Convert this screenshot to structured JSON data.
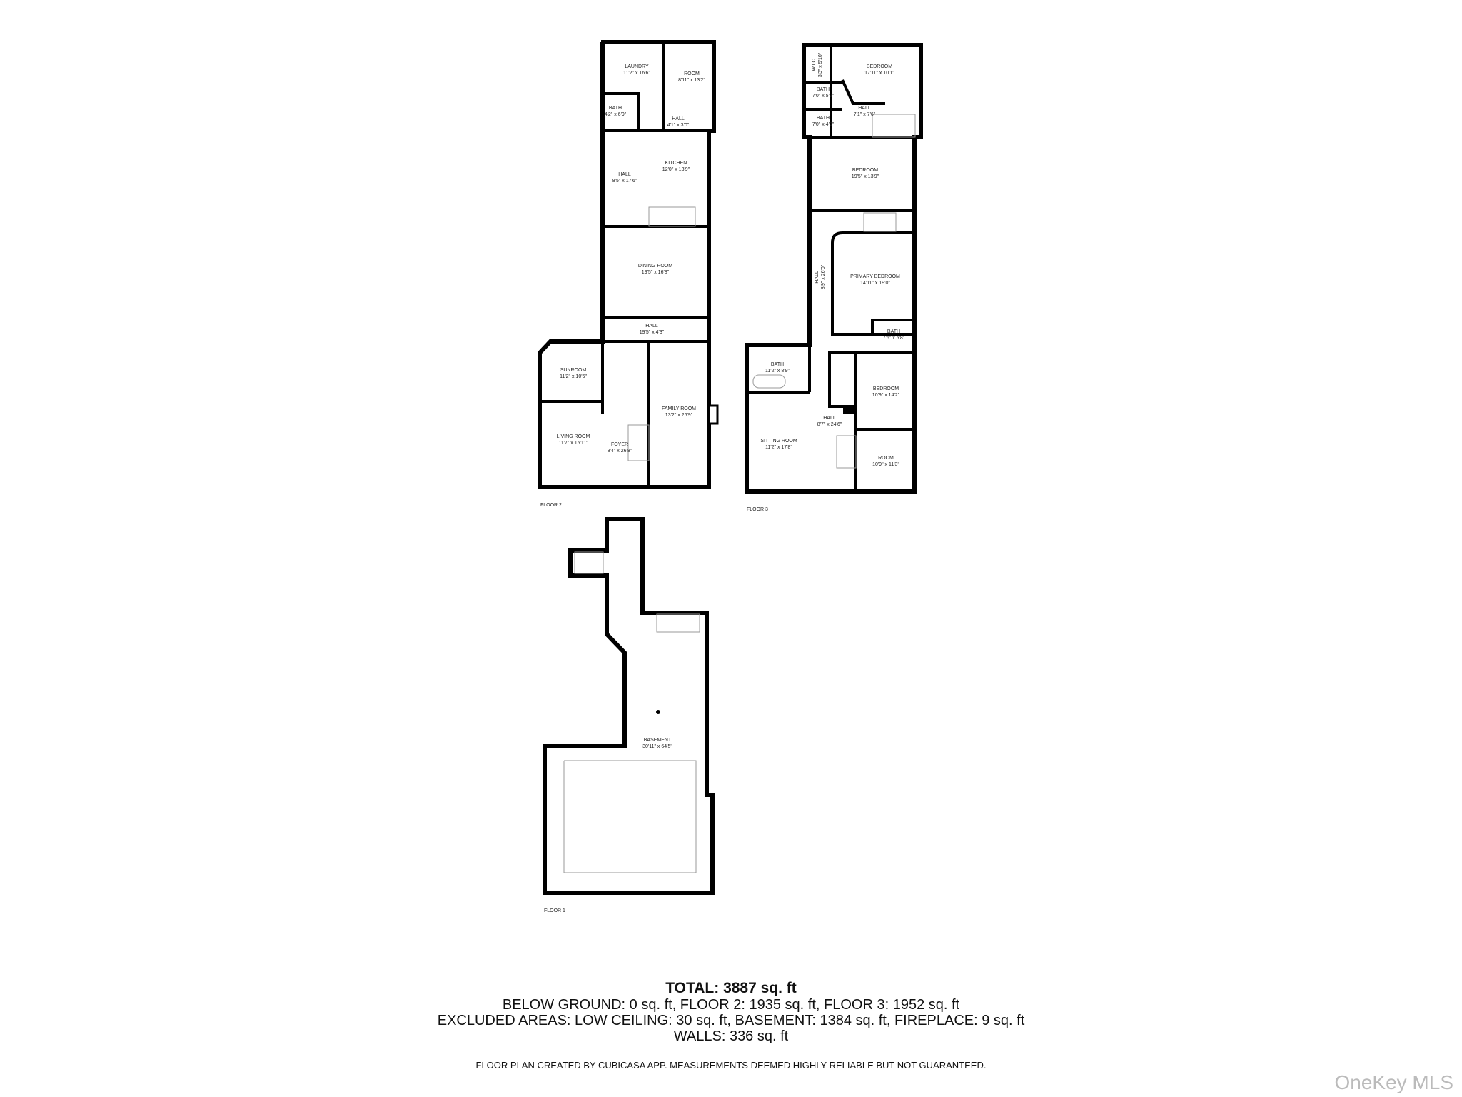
{
  "floors": {
    "floor2": {
      "label": "FLOOR 2",
      "rooms": [
        {
          "name": "LAUNDRY",
          "size": "11'2\" x 16'6\""
        },
        {
          "name": "ROOM",
          "size": "8'11\" x 13'2\""
        },
        {
          "name": "BATH",
          "size": "4'2\" x 6'9\""
        },
        {
          "name": "HALL",
          "size": "4'1\" x 3'0\""
        },
        {
          "name": "KITCHEN",
          "size": "12'0\" x 13'9\""
        },
        {
          "name": "HALL",
          "size": "8'5\" x 17'6\""
        },
        {
          "name": "DINING ROOM",
          "size": "19'5\" x 16'8\""
        },
        {
          "name": "HALL",
          "size": "19'5\" x 4'3\""
        },
        {
          "name": "SUNROOM",
          "size": "11'2\" x 10'6\""
        },
        {
          "name": "FAMILY ROOM",
          "size": "13'2\" x 26'9\""
        },
        {
          "name": "LIVING ROOM",
          "size": "11'7\" x 15'11\""
        },
        {
          "name": "FOYER",
          "size": "8'4\" x 26'8\""
        }
      ]
    },
    "floor3": {
      "label": "FLOOR 3",
      "rooms": [
        {
          "name": "W.I.C",
          "size": "3'3\" x 5'10\""
        },
        {
          "name": "BEDROOM",
          "size": "17'11\" x 10'1\""
        },
        {
          "name": "BATH",
          "size": "7'0\" x 5'2\""
        },
        {
          "name": "BATH",
          "size": "7'0\" x 4'9\""
        },
        {
          "name": "HALL",
          "size": "7'1\" x 7'6\""
        },
        {
          "name": "BEDROOM",
          "size": "19'5\" x 13'9\""
        },
        {
          "name": "HALL",
          "size": "8'9\" x 26'0\""
        },
        {
          "name": "PRIMARY BEDROOM",
          "size": "14'11\" x 19'0\""
        },
        {
          "name": "BATH",
          "size": "7'6\" x 5'8\""
        },
        {
          "name": "BATH",
          "size": "11'2\" x 8'9\""
        },
        {
          "name": "BEDROOM",
          "size": "10'9\" x 14'2\""
        },
        {
          "name": "HALL",
          "size": "8'7\" x 24'6\""
        },
        {
          "name": "SITTING ROOM",
          "size": "11'2\" x 17'8\""
        },
        {
          "name": "ROOM",
          "size": "10'9\" x 11'3\""
        }
      ]
    },
    "floor1": {
      "label": "FLOOR 1",
      "rooms": [
        {
          "name": "BASEMENT",
          "size": "30'11\" x 64'5\""
        }
      ]
    }
  },
  "summary": {
    "total": "TOTAL: 3887 sq. ft",
    "line1": "BELOW GROUND: 0 sq. ft, FLOOR 2: 1935 sq. ft, FLOOR 3: 1952 sq. ft",
    "line2": "EXCLUDED AREAS: LOW CEILING: 30 sq. ft, BASEMENT: 1384 sq. ft, FIREPLACE: 9 sq. ft",
    "line3": "WALLS: 336 sq. ft",
    "credit": "FLOOR PLAN CREATED BY CUBICASA APP. MEASUREMENTS DEEMED HIGHLY RELIABLE BUT NOT GUARANTEED."
  },
  "watermark": "OneKey MLS"
}
